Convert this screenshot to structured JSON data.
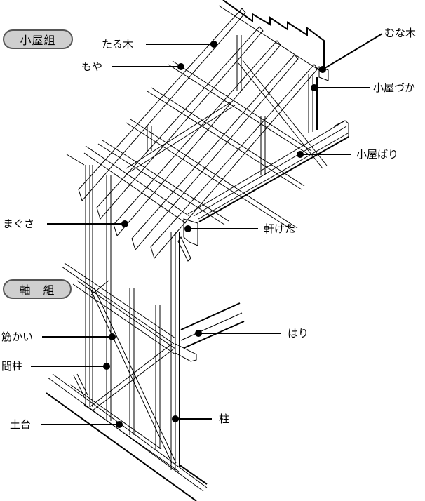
{
  "title": "木造軸組構法の構造",
  "sections": {
    "roof_frame": "小屋組",
    "wall_frame": "軸　組"
  },
  "labels": {
    "rafter": "たる木",
    "purlin": "もや",
    "ridge_beam": "むな木",
    "roof_strut": "小屋づか",
    "roof_beam": "小屋ばり",
    "fascia_board": "まぐさ",
    "eaves_girder": "軒げた",
    "brace": "筋かい",
    "stud": "間柱",
    "beam": "はり",
    "sill": "土台",
    "column": "柱"
  },
  "colors": {
    "line": "#000000",
    "badge_fill": "#d6d6d6",
    "badge_border": "#555555",
    "background": "#ffffff"
  }
}
